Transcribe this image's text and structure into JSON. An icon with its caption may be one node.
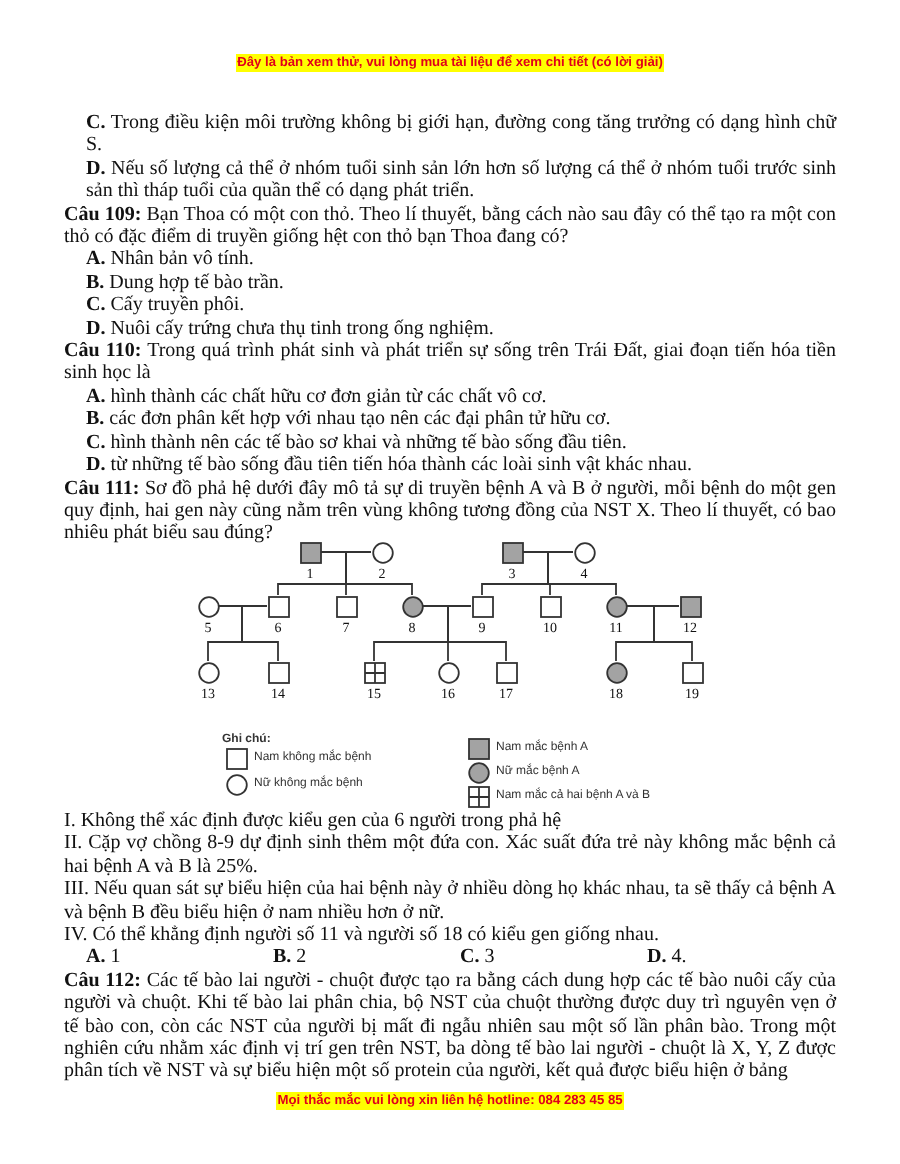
{
  "diagram": {
    "nodes": [
      {
        "text": [],
        "shape": "box",
        "beside": [
          "1"
        ]
      },
      {
        "text": [],
        "shape": "circle",
        "beside": [
          "2"
        ]
      },
      {
        "text": [],
        "shape": "box",
        "beside": [
          "3"
        ]
      },
      {
        "text": [],
        "shape": "circle",
        "beside": [
          "4"
        ]
      },
      {
        "text": [],
        "shape": "circle",
        "beside": [
          "5"
        ]
      },
      {
        "text": [],
        "shape": "box",
        "beside": [
          "6"
        ]
      },
      {
        "text": [],
        "shape": "box",
        "beside": [
          "7"
        ]
      },
      {
        "text": [],
        "shape": "circle",
        "beside": [
          "8"
        ]
      },
      {
        "text": [],
        "shape": "box",
        "beside": [
          "9"
        ]
      },
      {
        "text": [],
        "shape": "box",
        "beside": [
          "10"
        ]
      },
      {
        "text": [],
        "shape": "circle",
        "beside": [
          "11"
        ]
      },
      {
        "text": [],
        "shape": "box",
        "beside": [
          "12"
        ]
      },
      {
        "text": [],
        "shape": "circle",
        "beside": [
          "13"
        ]
      },
      {
        "text": [],
        "shape": "box",
        "beside": [
          "14"
        ]
      },
      {
        "text": [],
        "shape": "box",
        "beside": [
          "15"
        ]
      },
      {
        "text": [],
        "shape": "circle",
        "beside": [
          "16"
        ]
      },
      {
        "text": [],
        "shape": "box",
        "beside": [
          "17"
        ]
      },
      {
        "text": [],
        "shape": "circle",
        "beside": [
          "18"
        ]
      },
      {
        "text": [],
        "shape": "box",
        "beside": [
          "19"
        ]
      }
    ],
    "edges": [
      {
        "from": 0,
        "to": 1,
        "arrow": "none"
      },
      {
        "from": 2,
        "to": 3,
        "arrow": "none"
      },
      {
        "from": 4,
        "to": 5,
        "arrow": "none"
      },
      {
        "from": 7,
        "to": 8,
        "arrow": "none"
      },
      {
        "from": 10,
        "to": 11,
        "arrow": "none"
      },
      {
        "from": 0,
        "to": 5,
        "arrow": "none"
      },
      {
        "from": 0,
        "to": 6,
        "arrow": "none"
      },
      {
        "from": 0,
        "to": 7,
        "arrow": "none"
      },
      {
        "from": 2,
        "to": 8,
        "arrow": "none"
      },
      {
        "from": 2,
        "to": 9,
        "arrow": "none"
      },
      {
        "from": 2,
        "to": 10,
        "arrow": "none"
      },
      {
        "from": 4,
        "to": 12,
        "arrow": "none"
      },
      {
        "from": 4,
        "to": 13,
        "arrow": "none"
      },
      {
        "from": 7,
        "to": 14,
        "arrow": "none"
      },
      {
        "from": 7,
        "to": 15,
        "arrow": "none"
      },
      {
        "from": 7,
        "to": 16,
        "arrow": "none"
      },
      {
        "from": 10,
        "to": 17,
        "arrow": "none"
      },
      {
        "from": 10,
        "to": 18,
        "arrow": "none"
      }
    ],
    "labels": [
      "Đây là bản xem thử, vui lòng mua tài liệu để xem chi tiết (có lời giải)",
      "**C.** Trong điều kiện môi trường không bị giới hạn, đường cong tăng trưởng có dạng hình chữ S.",
      "**D.** Nếu số lượng cả thể ở nhóm tuổi sinh sản lớn hơn số lượng cá thể ở nhóm tuổi trước sinh sản thì tháp tuổi của quần thể có dạng phát triển.",
      "**Câu 109:** Bạn Thoa có một con thỏ. Theo lí thuyết, bằng cách nào sau đây có thể tạo ra một con thỏ có đặc điểm di truyền giống hệt con thỏ bạn Thoa đang có?",
      "**A.** Nhân bản vô tính.",
      "**B.** Dung hợp tế bào trần.",
      "**C.** Cấy truyền phôi.",
      "**D.** Nuôi cấy trứng chưa thụ tinh trong ống nghiệm.",
      "**Câu 110:** Trong quá trình phát sinh và phát triển sự sống trên Trái Đất, giai đoạn tiến hóa tiền sinh học là",
      "**A.** hình thành các chất hữu cơ đơn giản từ các chất vô cơ.",
      "**B.** các đơn phân kết hợp với nhau tạo nên các đại phân tử hữu cơ.",
      "**C.** hình thành nên các tế bào sơ khai và những tế bào sống đầu tiên.",
      "**D.** từ những tế bào sống đầu tiên tiến hóa thành các loài sinh vật khác nhau.",
      "**Câu 111:** Sơ đồ phả hệ dưới đây mô tả sự di truyền bệnh A và B ở người, mỗi bệnh do một gen quy định, hai gen này cũng nằm trên vùng không tương đồng của NST X. Theo lí thuyết, có bao nhiêu phát biểu sau đúng?",
      "Ghi chú:",
      "I. Không thể xác định được kiểu gen của 6 người trong phả hệ",
      "II. Cặp vợ chồng 8-9 dự định sinh thêm một đứa con. Xác suất đứa trẻ này không mắc bệnh cả hai bệnh A và B là 25%.",
      "III. Nếu quan sát sự biểu hiện của hai bệnh này ở nhiều dòng họ khác nhau, ta sẽ thấy cả bệnh A và bệnh B đều biểu hiện ở nam nhiều hơn ở nữ.",
      "IV. Có thể khẳng định người số 11 và người số 18 có kiểu gen giống nhau.",
      "**A.** 1",
      "**B.** 2",
      "**C.** 3",
      "**D.** 4.",
      "**Câu 112:** Các tế bào lai người - chuột được tạo ra bằng cách dung hợp các tế bào nuôi cấy của người và chuột. Khi tế bào lai phân chia, bộ NST của chuột thường được duy trì nguyên vẹn ở tế bào con, còn các NST của người bị mất đi ngẫu nhiên sau một số lần phân bào. Trong một nghiên cứu nhằm xác định vị trí gen trên NST, ba dòng tế bào lai người - chuột là X, Y, Z được phân tích về NST và sự biểu hiện một số protein của người, kết quả được biểu hiện ở bảng",
      "Mọi thắc mắc vui lòng xin liên hệ hotline: 084 283 45 85"
    ],
    "legend": [
      {
        "text": "Nam không mắc bệnh"
      },
      {
        "text": "Nữ không mắc bệnh"
      },
      {
        "text": "Nam mắc bệnh A"
      },
      {
        "text": "Nữ mắc bệnh A"
      },
      {
        "text": "Nam mắc cả hai bệnh A và B"
      }
    ]
  }
}
